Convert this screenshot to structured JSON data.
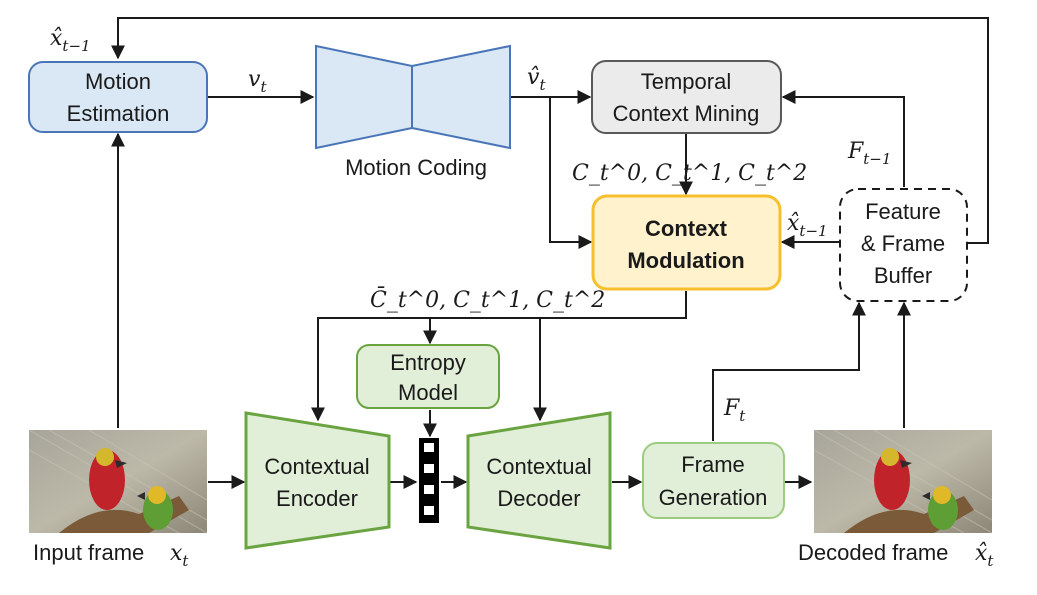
{
  "blocks": {
    "motion_estimation": [
      "Motion",
      "Estimation"
    ],
    "motion_coding": "Motion Coding",
    "temporal_context_mining": [
      "Temporal",
      "Context Mining"
    ],
    "context_modulation": [
      "Context",
      "Modulation"
    ],
    "buffer": [
      "Feature",
      "& Frame",
      "Buffer"
    ],
    "entropy_model": [
      "Entropy",
      "Model"
    ],
    "contextual_encoder": [
      "Contextual",
      "Encoder"
    ],
    "contextual_decoder": [
      "Contextual",
      "Decoder"
    ],
    "frame_generation": [
      "Frame",
      "Generation"
    ],
    "input_frame": "Input frame",
    "decoded_frame": "Decoded frame"
  },
  "symbols": {
    "x_hat_prev_top": {
      "base": "x̂",
      "sub": "t−1"
    },
    "v_t": {
      "base": "v",
      "sub": "t"
    },
    "v_hat_t": {
      "base": "v̂",
      "sub": "t"
    },
    "F_prev": {
      "base": "F",
      "sub": "t−1"
    },
    "x_hat_prev_mid": {
      "base": "x̂",
      "sub": "t−1"
    },
    "contexts_tcm": "C_t^0, C_t^1, C_t^2",
    "contexts_mod": "C̄_t^0, C_t^1, C_t^2",
    "F_t": {
      "base": "F",
      "sub": "t"
    },
    "x_t": {
      "base": "x",
      "sub": "t"
    },
    "x_hat_t": {
      "base": "x̂",
      "sub": "t"
    }
  },
  "colors": {
    "blue_fill": "#dae8f5",
    "blue_stroke": "#4a76b8",
    "gray_fill": "#ebebeb",
    "gray_stroke": "#595959",
    "yellow_fill": "#fff2cc",
    "yellow_stroke": "#f5bf2e",
    "green_fill": "#e1eed8",
    "green_stroke": "#6aa441",
    "green_light_stroke": "#9dcb80"
  }
}
